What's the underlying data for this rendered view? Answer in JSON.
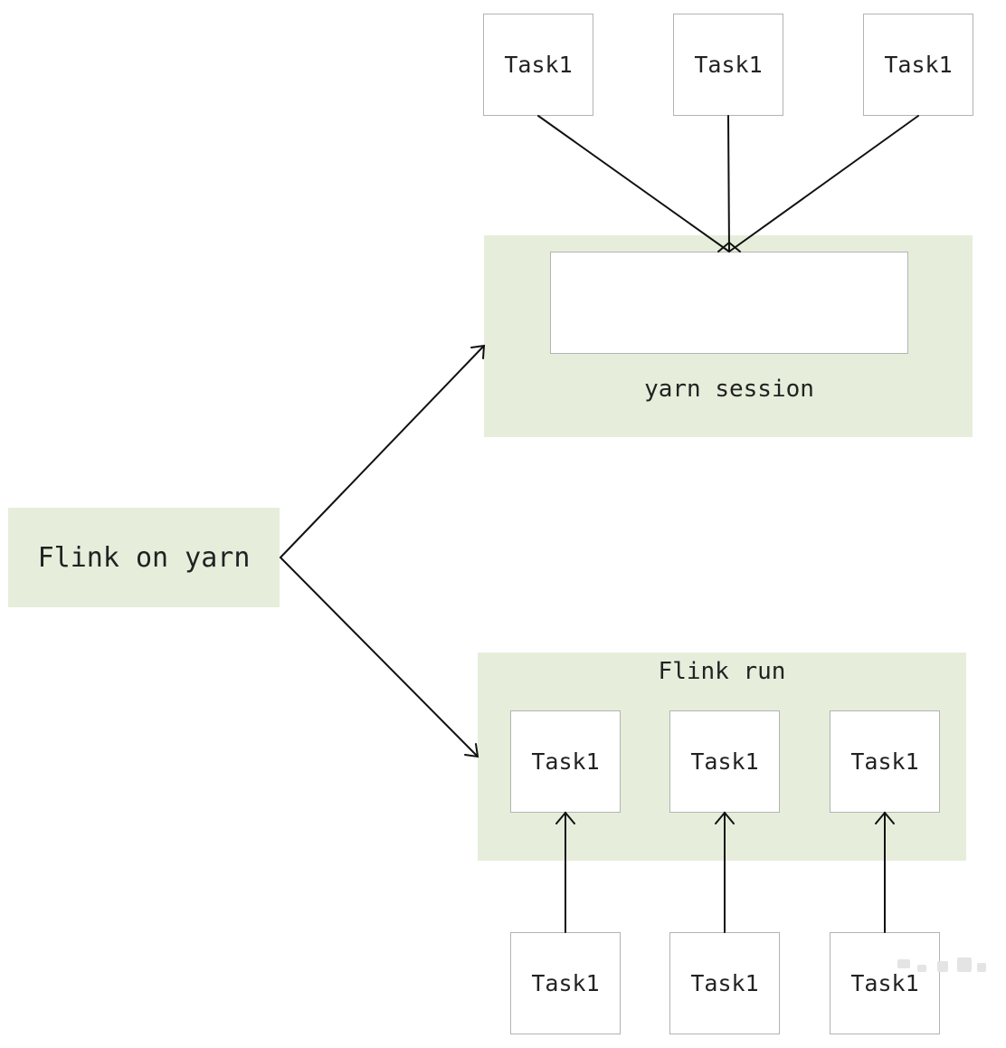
{
  "root": {
    "label": "Flink on yarn"
  },
  "session": {
    "label": "yarn session",
    "tasks": [
      "Task1",
      "Task1",
      "Task1"
    ]
  },
  "run": {
    "label": "Flink run",
    "inner_tasks": [
      "Task1",
      "Task1",
      "Task1"
    ],
    "outer_tasks": [
      "Task1",
      "Task1",
      "Task1"
    ]
  },
  "colors": {
    "panel": "#e6eedb",
    "box_border": "#b3b3b3",
    "line": "#111111"
  }
}
